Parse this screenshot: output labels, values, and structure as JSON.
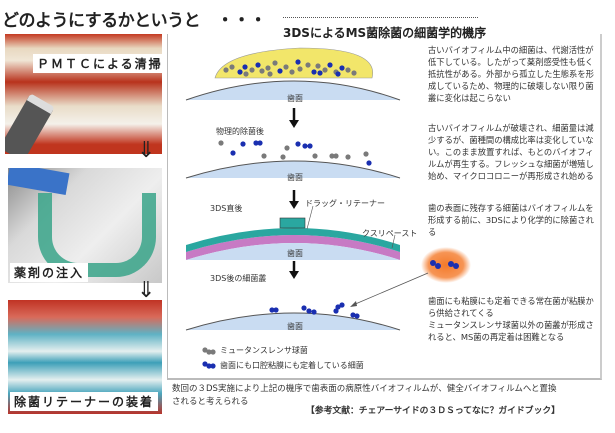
{
  "title": "どのようにするかというと　・・・",
  "steps": [
    {
      "caption": "ＰＭＴＣによる清掃"
    },
    {
      "caption": "薬剤の注入"
    },
    {
      "caption": "除菌リテーナーの装着"
    }
  ],
  "diagram": {
    "title": "3DSによるMS菌除菌の細菌学的機序",
    "tooth_label": "歯面",
    "stage_labels": [
      "物理的除菌後",
      "3DS直後",
      "3DS後の細菌叢"
    ],
    "drug_retainer_label": "ドラッグ・リテーナー",
    "paste_label": "クスリペースト",
    "paragraphs": [
      "古いバイオフィルム中の細菌は、代謝活性が低下している。したがって薬剤感受性も低く抵抗性がある。外部から孤立した生態系を形成しているため、物理的に破壊しない限り菌叢に変化は起こらない",
      "古いバイオフィルムが破壊され、細菌量は減少するが、菌種間の構成比率は変化していない。このまま放置すれば、もとのバイオフィルムが再生する。フレッシュな細菌が増殖し始め、マイクロコロニーが再形成され始める",
      "歯の表面に残存する細菌はバイオフィルムを形成する前に、3DSにより化学的に除菌される",
      "歯面にも粘膜にも定着できる常在菌が粘膜から供給されてくる",
      "ミュータンスレンサ球菌以外の菌叢が形成されると、MS菌の再定着は困難となる"
    ],
    "legend": [
      {
        "label": "ミュータンスレンサ球菌",
        "color": "#7a7a7a"
      },
      {
        "label": "歯面にも口腔粘膜にも定着している細菌",
        "color": "#1a2fb0"
      }
    ]
  },
  "footer": {
    "note_line1": "数回の３DS実施により上記の機序で歯表面の病原性バイオフィルムが、健全バイオフィルムへと置換",
    "note_line2": "されると考えられる",
    "reference": "【参考文献：チェアーサイドの３ＤＳってなに？ガイドブック】"
  },
  "colors": {
    "plaque": "#f2e66a",
    "tooth": "#c9dcf2",
    "retainer": "#2aa7a0",
    "paste": "#c77ac4",
    "blob": "#f47a2a"
  }
}
